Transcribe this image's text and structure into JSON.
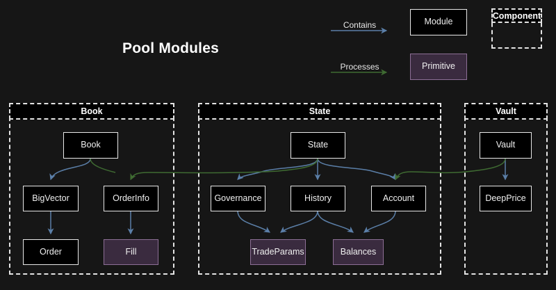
{
  "page": {
    "title": "Pool Modules",
    "background_color": "#161616"
  },
  "legend": {
    "contains_label": "Contains",
    "processes_label": "Processes",
    "module_label": "Module",
    "primitive_label": "Primitive",
    "component_label": "Component",
    "contains_color": "#5b7fa8",
    "processes_color": "#3f6b32",
    "module_fill": "#000000",
    "module_border": "#e8e8e8",
    "primitive_fill": "#3a2b3f",
    "primitive_border": "#8d6f96",
    "component_border": "#e4e4e4"
  },
  "groups": [
    {
      "id": "book",
      "label": "Book"
    },
    {
      "id": "state",
      "label": "State"
    },
    {
      "id": "vault",
      "label": "Vault"
    }
  ],
  "nodes": {
    "book": {
      "label": "Book",
      "kind": "module"
    },
    "bigvector": {
      "label": "BigVector",
      "kind": "module"
    },
    "orderinfo": {
      "label": "OrderInfo",
      "kind": "module"
    },
    "order": {
      "label": "Order",
      "kind": "module"
    },
    "fill": {
      "label": "Fill",
      "kind": "primitive"
    },
    "state": {
      "label": "State",
      "kind": "module"
    },
    "governance": {
      "label": "Governance",
      "kind": "module"
    },
    "history": {
      "label": "History",
      "kind": "module"
    },
    "account": {
      "label": "Account",
      "kind": "module"
    },
    "tradeparams": {
      "label": "TradeParams",
      "kind": "primitive"
    },
    "balances": {
      "label": "Balances",
      "kind": "primitive"
    },
    "vault": {
      "label": "Vault",
      "kind": "module"
    },
    "deepprice": {
      "label": "DeepPrice",
      "kind": "module"
    }
  },
  "edges": [
    {
      "from": "book",
      "to": "bigvector",
      "type": "contains"
    },
    {
      "from": "book",
      "to": "orderinfo",
      "type": "contains"
    },
    {
      "from": "bigvector",
      "to": "order",
      "type": "contains"
    },
    {
      "from": "orderinfo",
      "to": "fill",
      "type": "contains"
    },
    {
      "from": "state",
      "to": "governance",
      "type": "contains"
    },
    {
      "from": "state",
      "to": "history",
      "type": "contains"
    },
    {
      "from": "state",
      "to": "account",
      "type": "contains"
    },
    {
      "from": "governance",
      "to": "tradeparams",
      "type": "contains"
    },
    {
      "from": "history",
      "to": "tradeparams",
      "type": "contains"
    },
    {
      "from": "history",
      "to": "balances",
      "type": "contains"
    },
    {
      "from": "account",
      "to": "balances",
      "type": "contains"
    },
    {
      "from": "vault",
      "to": "deepprice",
      "type": "contains"
    },
    {
      "from": "state",
      "to": "orderinfo",
      "type": "processes"
    },
    {
      "from": "vault",
      "to": "account",
      "type": "processes"
    }
  ]
}
